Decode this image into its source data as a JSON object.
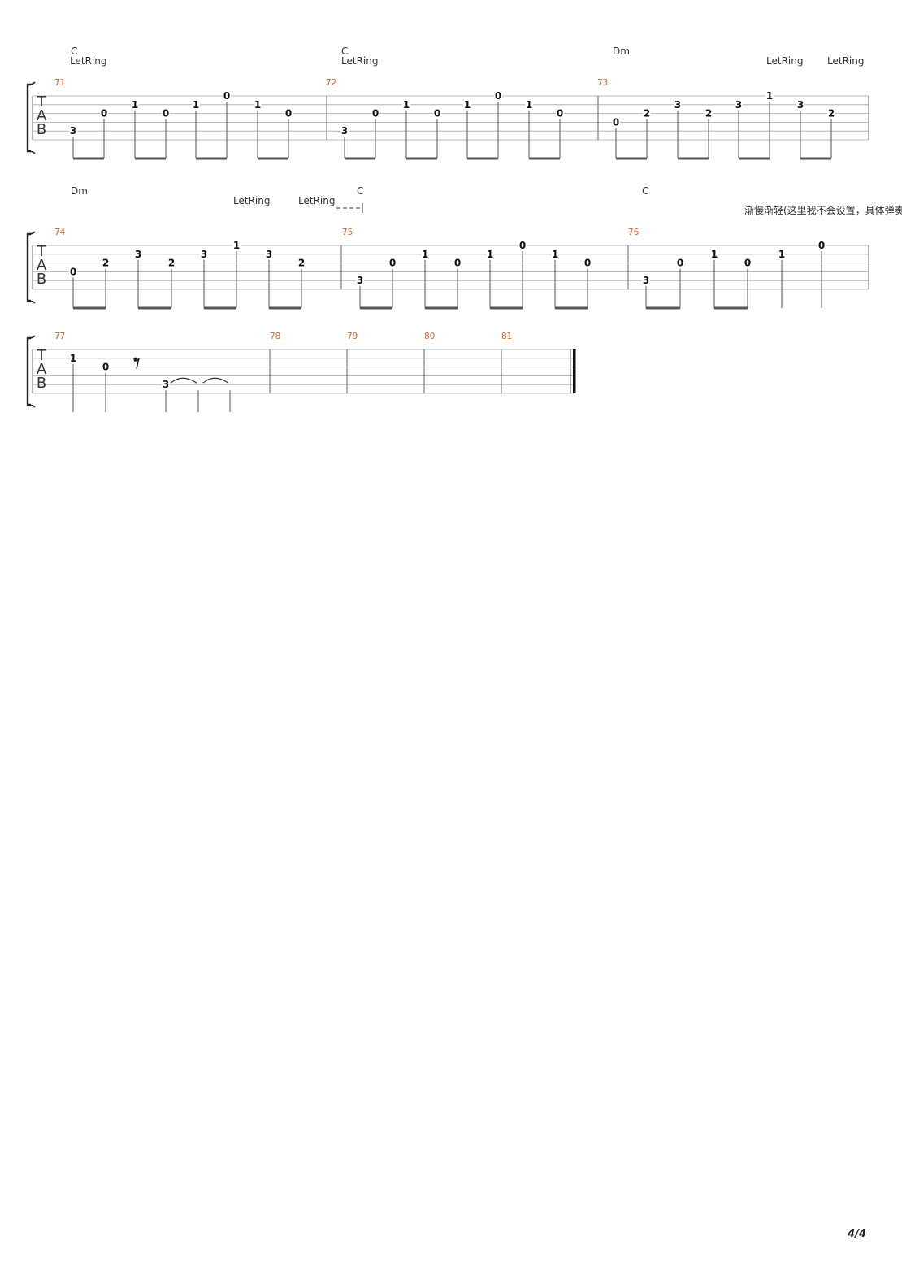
{
  "page_number": "4/4",
  "tab_clef": [
    "T",
    "A",
    "B"
  ],
  "systems": [
    {
      "chords": [
        "C",
        "C",
        "Dm"
      ],
      "let_ring": [
        "LetRing",
        "LetRing",
        "LetRing",
        "LetRing"
      ],
      "measures": [
        {
          "number": "71",
          "notes": [
            {
              "string": 5,
              "fret": "3"
            },
            {
              "string": 3,
              "fret": "0"
            },
            {
              "string": 2,
              "fret": "1"
            },
            {
              "string": 3,
              "fret": "0"
            },
            {
              "string": 2,
              "fret": "1"
            },
            {
              "string": 1,
              "fret": "0"
            },
            {
              "string": 2,
              "fret": "1"
            },
            {
              "string": 3,
              "fret": "0"
            }
          ]
        },
        {
          "number": "72",
          "notes": [
            {
              "string": 5,
              "fret": "3"
            },
            {
              "string": 3,
              "fret": "0"
            },
            {
              "string": 2,
              "fret": "1"
            },
            {
              "string": 3,
              "fret": "0"
            },
            {
              "string": 2,
              "fret": "1"
            },
            {
              "string": 1,
              "fret": "0"
            },
            {
              "string": 2,
              "fret": "1"
            },
            {
              "string": 3,
              "fret": "0"
            }
          ]
        },
        {
          "number": "73",
          "notes": [
            {
              "string": 4,
              "fret": "0"
            },
            {
              "string": 3,
              "fret": "2"
            },
            {
              "string": 2,
              "fret": "3"
            },
            {
              "string": 3,
              "fret": "2"
            },
            {
              "string": 2,
              "fret": "3"
            },
            {
              "string": 1,
              "fret": "1"
            },
            {
              "string": 2,
              "fret": "3"
            },
            {
              "string": 3,
              "fret": "2"
            }
          ]
        }
      ]
    },
    {
      "chords": [
        "Dm",
        "C",
        "C"
      ],
      "let_ring": [
        "LetRing",
        "LetRing"
      ],
      "annotation": "渐慢渐轻(这里我不会设置，具体弹奏",
      "measures": [
        {
          "number": "74",
          "notes": [
            {
              "string": 4,
              "fret": "0"
            },
            {
              "string": 3,
              "fret": "2"
            },
            {
              "string": 2,
              "fret": "3"
            },
            {
              "string": 3,
              "fret": "2"
            },
            {
              "string": 2,
              "fret": "3"
            },
            {
              "string": 1,
              "fret": "1"
            },
            {
              "string": 2,
              "fret": "3"
            },
            {
              "string": 3,
              "fret": "2"
            }
          ]
        },
        {
          "number": "75",
          "notes": [
            {
              "string": 5,
              "fret": "3"
            },
            {
              "string": 3,
              "fret": "0"
            },
            {
              "string": 2,
              "fret": "1"
            },
            {
              "string": 3,
              "fret": "0"
            },
            {
              "string": 2,
              "fret": "1"
            },
            {
              "string": 1,
              "fret": "0"
            },
            {
              "string": 2,
              "fret": "1"
            },
            {
              "string": 3,
              "fret": "0"
            }
          ]
        },
        {
          "number": "76",
          "notes": [
            {
              "string": 5,
              "fret": "3"
            },
            {
              "string": 3,
              "fret": "0"
            },
            {
              "string": 2,
              "fret": "1"
            },
            {
              "string": 3,
              "fret": "0"
            },
            {
              "string": 2,
              "fret": "1"
            },
            {
              "string": 1,
              "fret": "0"
            }
          ]
        }
      ]
    },
    {
      "measures": [
        {
          "number": "77",
          "notes": [
            {
              "string": 2,
              "fret": "1"
            },
            {
              "string": 3,
              "fret": "0"
            },
            {
              "rest": "eighth"
            },
            {
              "string": 5,
              "fret": "3",
              "tie": true
            },
            {
              "string": 5,
              "fret": "",
              "tied": true
            },
            {
              "string": 5,
              "fret": "",
              "tied": true
            }
          ]
        },
        {
          "number": "78",
          "notes": []
        },
        {
          "number": "79",
          "notes": []
        },
        {
          "number": "80",
          "notes": []
        },
        {
          "number": "81",
          "notes": []
        }
      ]
    }
  ]
}
